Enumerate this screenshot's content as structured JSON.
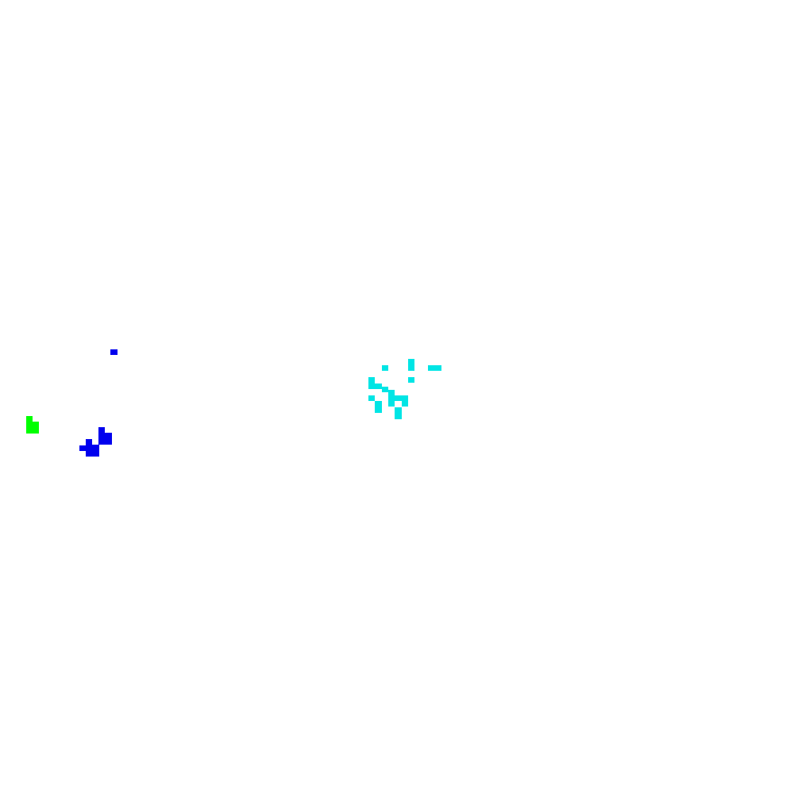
{
  "canvas": {
    "background": "#ffffff"
  },
  "clusters": [
    {
      "name": "green-pixel-cluster",
      "color": "#00ff00"
    },
    {
      "name": "blue-pixel-cluster",
      "color": "#0000ee"
    },
    {
      "name": "cyan-pixel-cluster",
      "color": "#00e5e5"
    }
  ]
}
